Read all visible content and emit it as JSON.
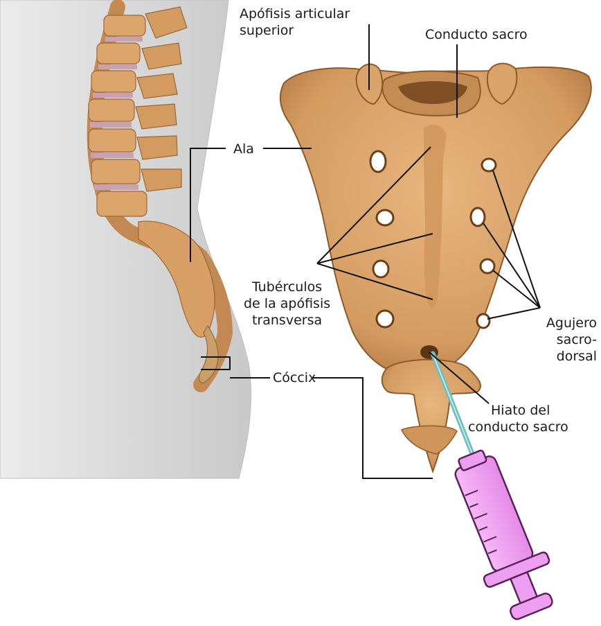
{
  "labels": {
    "apofisis_line1": "Apófisis articular",
    "apofisis_line2": "superior",
    "conducto_sacro": "Conducto sacro",
    "ala": "Ala",
    "tuberculos_line1": "Tubérculos",
    "tuberculos_line2": "de la apófisis",
    "tuberculos_line3": "transversa",
    "agujero_line1": "Agujero",
    "agujero_line2": "sacro-",
    "agujero_line3": "dorsal",
    "coccix": "Cóccix",
    "hiato_line1": "Hiato del",
    "hiato_line2": "conducto sacro"
  },
  "colors": {
    "bone": "#d9a36a",
    "bone_dark": "#a8703e",
    "body_panel": "#d9d9d9",
    "syringe": "#ee9ef0",
    "needle": "#7ec9c9",
    "leader": "#111111"
  }
}
